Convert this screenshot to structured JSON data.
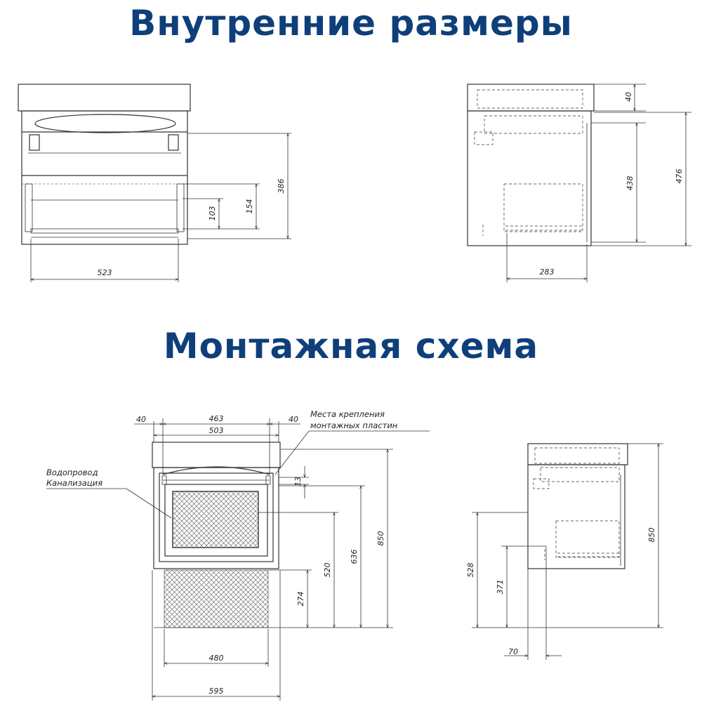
{
  "titles": {
    "internal": "Внутренние размеры",
    "mounting": "Монтажная схема"
  },
  "internal_front": {
    "width": "523",
    "h_drawer_low": "103",
    "h_drawer_mid": "154",
    "h_total": "386"
  },
  "internal_side": {
    "top": "40",
    "depth": "283",
    "h_inner": "438",
    "h_total": "476"
  },
  "mount_front": {
    "offset_left": "40",
    "pitch_outer": "463",
    "pitch_inner": "503",
    "offset_right": "40",
    "gap": "13",
    "h_274": "274",
    "h_520": "520",
    "h_636": "636",
    "h_850": "850",
    "w_480": "480",
    "w_595": "595"
  },
  "mount_side": {
    "h_850": "850",
    "h_528": "528",
    "h_371": "371",
    "d_70": "70"
  },
  "labels": {
    "plates_line1": "Места крепления",
    "plates_line2": "монтажных пластин",
    "water": "Водопровод",
    "sewer": "Канализация"
  }
}
